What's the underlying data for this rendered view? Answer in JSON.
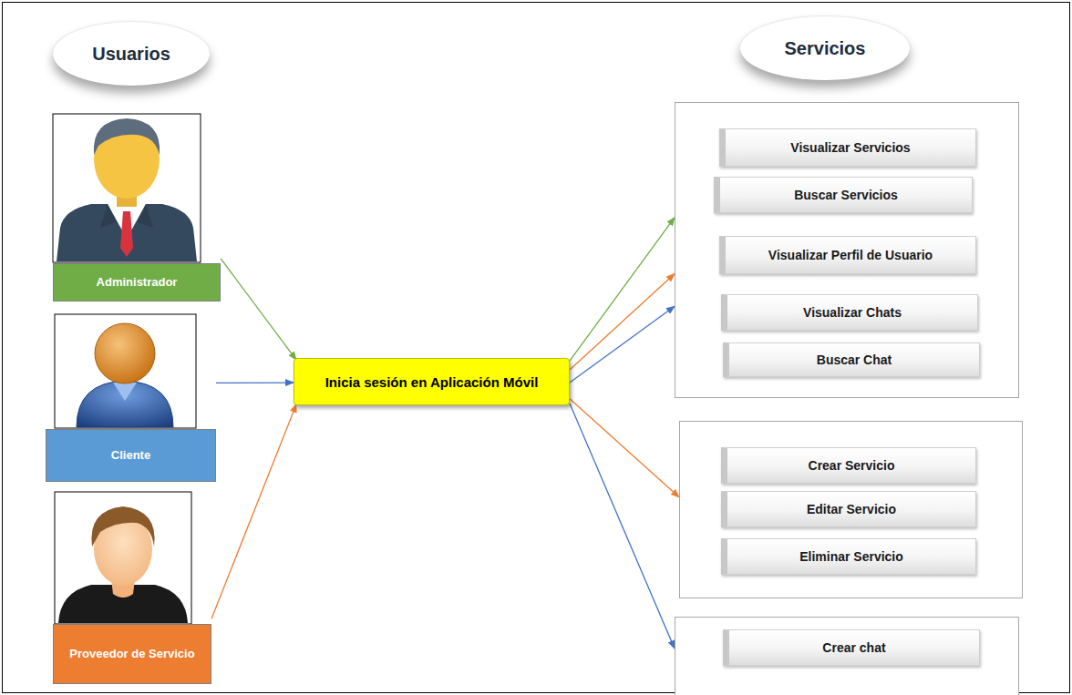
{
  "diagram": {
    "nodes": [
      {
        "text": [
          "Usuarios"
        ]
      },
      {
        "text": [
          "Servicios"
        ]
      },
      {
        "text": [
          "Administrador"
        ]
      },
      {
        "text": [
          "Cliente"
        ]
      },
      {
        "text": [
          "Proveedor de Servicio"
        ]
      },
      {
        "text": [
          "Inicia sesión en Aplicación Móvil"
        ]
      },
      {
        "text": []
      },
      {
        "text": [
          "Visualizar  Servicios"
        ],
        "in": 6
      },
      {
        "text": [
          "Buscar Servicios"
        ],
        "in": 6
      },
      {
        "text": [
          "Visualizar  Perfil de Usuario"
        ],
        "in": 6
      },
      {
        "text": [
          "Visualizar  Chats"
        ],
        "in": 6
      },
      {
        "text": [
          "Buscar Chat"
        ],
        "in": 6
      },
      {
        "text": []
      },
      {
        "text": [
          "Crear Servicio"
        ],
        "in": 12
      },
      {
        "text": [
          "Editar Servicio"
        ],
        "in": 12
      },
      {
        "text": [
          "Eliminar Servicio"
        ],
        "in": 12
      },
      {
        "text": []
      },
      {
        "text": [
          "Crear chat"
        ],
        "in": 16
      }
    ],
    "edges": [
      {
        "from": 2,
        "to": 5,
        "arrow": "to"
      },
      {
        "from": 3,
        "to": 5,
        "arrow": "to"
      },
      {
        "from": 4,
        "to": 5,
        "arrow": "to"
      },
      {
        "from": 5,
        "to": 6,
        "arrow": "to"
      },
      {
        "from": 5,
        "to": 6,
        "arrow": "to"
      },
      {
        "from": 5,
        "to": 6,
        "arrow": "to"
      },
      {
        "from": 5,
        "to": 12,
        "arrow": "to"
      },
      {
        "from": 5,
        "to": 16,
        "arrow": "to"
      }
    ]
  }
}
